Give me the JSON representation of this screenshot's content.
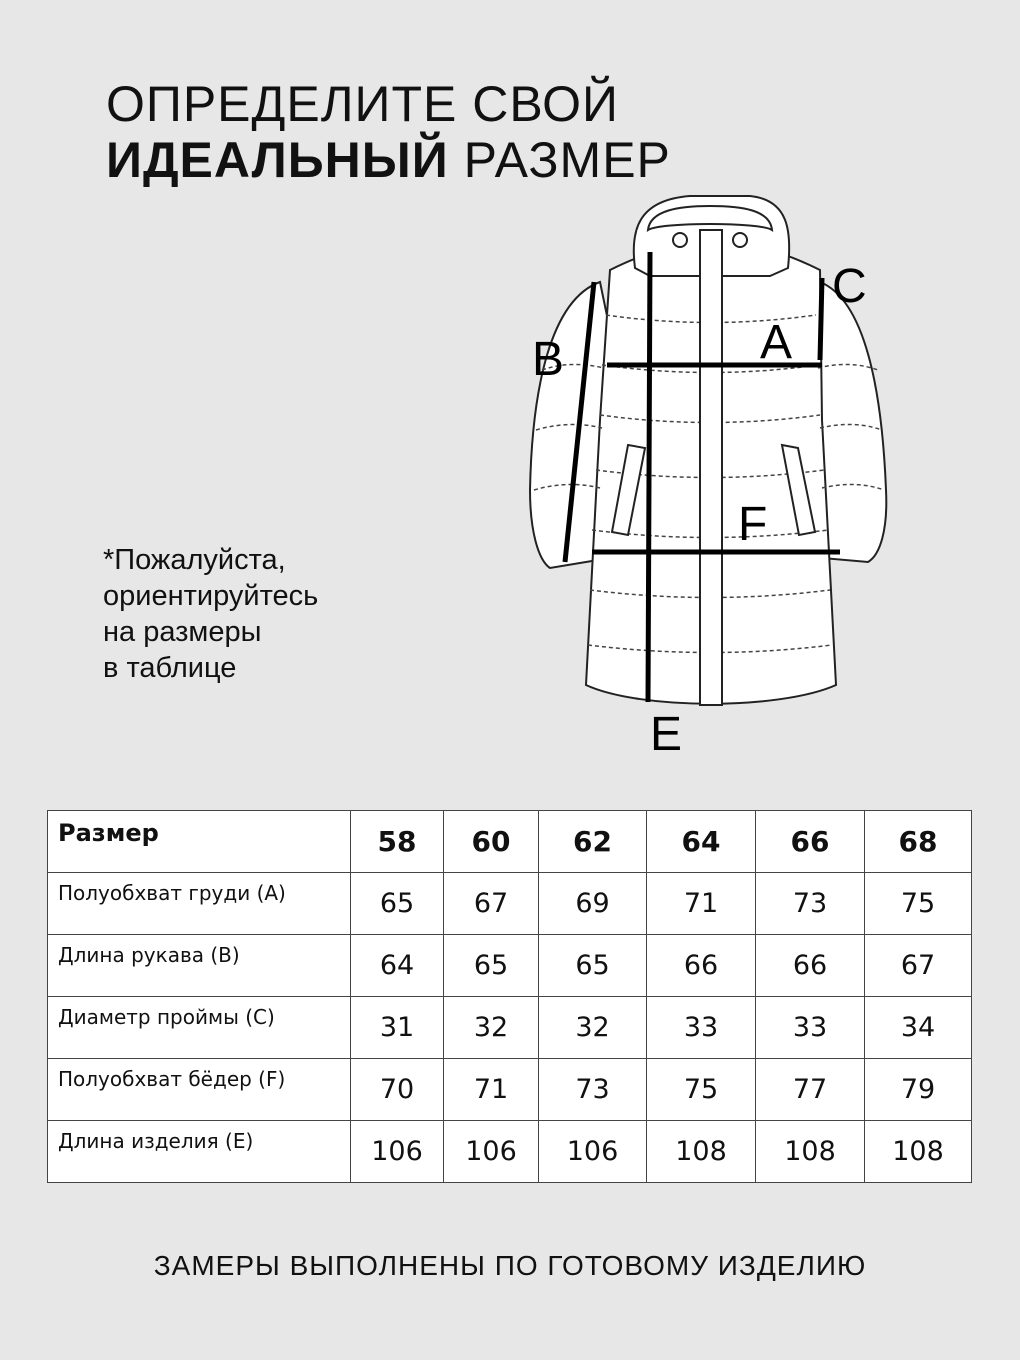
{
  "title": {
    "line1": "ОПРЕДЕЛИТЕ СВОЙ",
    "line2_bold": "ИДЕАЛЬНЫЙ",
    "line2_rest": "РАЗМЕР"
  },
  "note": {
    "lines": [
      "*Пожалуйста,",
      "ориентируйтесь",
      "на размеры",
      "в таблице"
    ]
  },
  "diagram": {
    "labels": {
      "a": "A",
      "b": "B",
      "c": "C",
      "e": "E",
      "f": "F"
    }
  },
  "table": {
    "header": {
      "label": "Размер",
      "sizes": [
        "58",
        "60",
        "62",
        "64",
        "66",
        "68"
      ]
    },
    "rows": [
      {
        "label": "Полуобхват груди (А)",
        "values": [
          "65",
          "67",
          "69",
          "71",
          "73",
          "75"
        ]
      },
      {
        "label": "Длина рукава (В)",
        "values": [
          "64",
          "65",
          "65",
          "66",
          "66",
          "67"
        ]
      },
      {
        "label": "Диаметр проймы (С)",
        "values": [
          "31",
          "32",
          "32",
          "33",
          "33",
          "34"
        ]
      },
      {
        "label": "Полуобхват бёдер (F)",
        "values": [
          "70",
          "71",
          "73",
          "75",
          "77",
          "79"
        ]
      },
      {
        "label": "Длина изделия (Е)",
        "values": [
          "106",
          "106",
          "106",
          "108",
          "108",
          "108"
        ]
      }
    ]
  },
  "footer": "ЗАМЕРЫ ВЫПОЛНЕНЫ ПО ГОТОВОМУ ИЗДЕЛИЮ"
}
